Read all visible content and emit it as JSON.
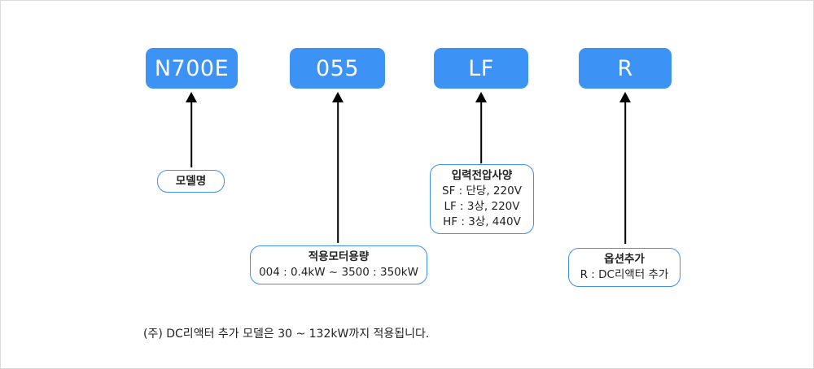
{
  "diagram": {
    "title_code_blocks": [
      {
        "id": "model",
        "label": "N700E"
      },
      {
        "id": "capacity",
        "label": "055"
      },
      {
        "id": "voltage",
        "label": "LF"
      },
      {
        "id": "option",
        "label": "R"
      }
    ],
    "callouts": [
      {
        "id": "model-name",
        "lines": [
          "모델명"
        ]
      },
      {
        "id": "motor-capacity",
        "lines": [
          "적용모터용량",
          "004 : 0.4kW ~ 3500 : 350kW"
        ]
      },
      {
        "id": "input-voltage-spec",
        "lines": [
          "입력전압사양",
          "SF : 단당, 220V",
          "LF : 3상, 220V",
          "HF : 3상, 440V"
        ]
      },
      {
        "id": "option-add",
        "lines": [
          "옵션추가",
          "R : DC리액터 추가"
        ]
      }
    ],
    "footnote": "(주) DC리액터 추가 모델은 30 ~ 132kW까지 적용됩니다.",
    "colors": {
      "code_block_fill": "#3d92f6",
      "code_block_text": "#ffffff",
      "callout_border": "#3d8ff2",
      "callout_text": "#222222",
      "connector": "#000000",
      "canvas": "#ffffff"
    }
  }
}
